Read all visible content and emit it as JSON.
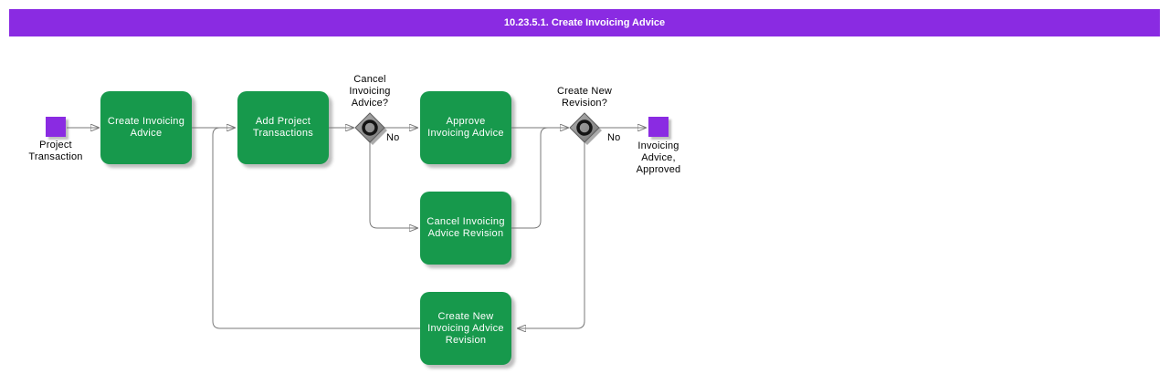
{
  "header": {
    "title": "10.23.5.1. Create Invoicing Advice"
  },
  "nodes": {
    "start_event": {
      "label": "Project\nTransaction"
    },
    "create_invoicing_advice": {
      "label": "Create Invoicing\nAdvice"
    },
    "add_project_transactions": {
      "label": "Add Project\nTransactions"
    },
    "approve_invoicing_advice": {
      "label": "Approve\nInvoicing Advice"
    },
    "cancel_invoicing_advice_revision": {
      "label": "Cancel Invoicing\nAdvice Revision"
    },
    "create_new_invoicing_advice_revision": {
      "label": "Create New\nInvoicing Advice\nRevision"
    },
    "end_event": {
      "label": "Invoicing\nAdvice,\nApproved"
    }
  },
  "gateways": {
    "cancel_invoicing_advice": {
      "question": "Cancel\nInvoicing\nAdvice?",
      "branch_label": "No"
    },
    "create_new_revision": {
      "question": "Create New\nRevision?",
      "branch_label": "No"
    }
  },
  "colors": {
    "header_bar": "#8a2be2",
    "task_fill": "#17994c",
    "event_fill": "#8a2be2",
    "connector": "#7a7a7a"
  }
}
